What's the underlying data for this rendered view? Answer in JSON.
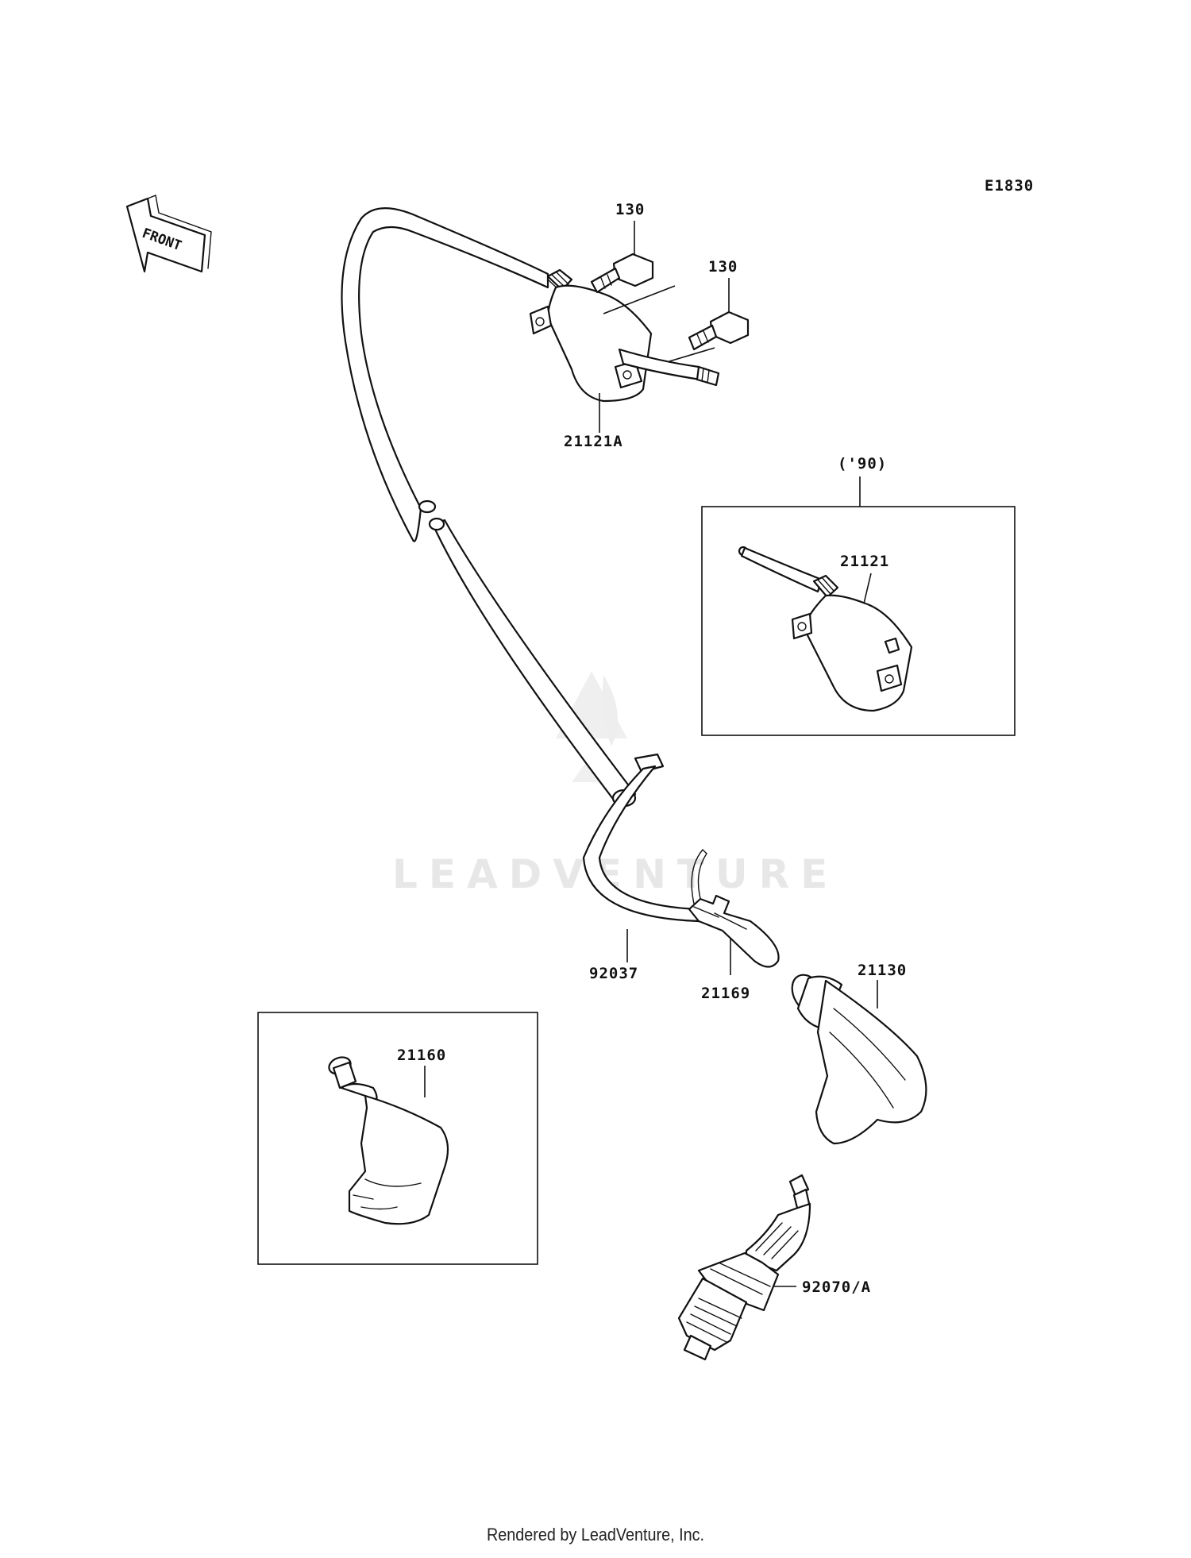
{
  "diagram": {
    "code": "E1830",
    "direction_label": "FRONT",
    "watermark": "LEADVENTURE",
    "callouts": [
      {
        "id": "bolt-1",
        "label": "130"
      },
      {
        "id": "bolt-2",
        "label": "130"
      },
      {
        "id": "coil-main",
        "label": "21121A"
      },
      {
        "id": "coil-alt",
        "label": "21121"
      },
      {
        "id": "coil-alt-note",
        "label": "('90)"
      },
      {
        "id": "band",
        "label": "92037"
      },
      {
        "id": "clamp",
        "label": "21169"
      },
      {
        "id": "cap",
        "label": "21130"
      },
      {
        "id": "cap-alt",
        "label": "21160"
      },
      {
        "id": "plug",
        "label": "92070/A"
      }
    ]
  },
  "footer": {
    "text": "Rendered by LeadVenture, Inc."
  }
}
